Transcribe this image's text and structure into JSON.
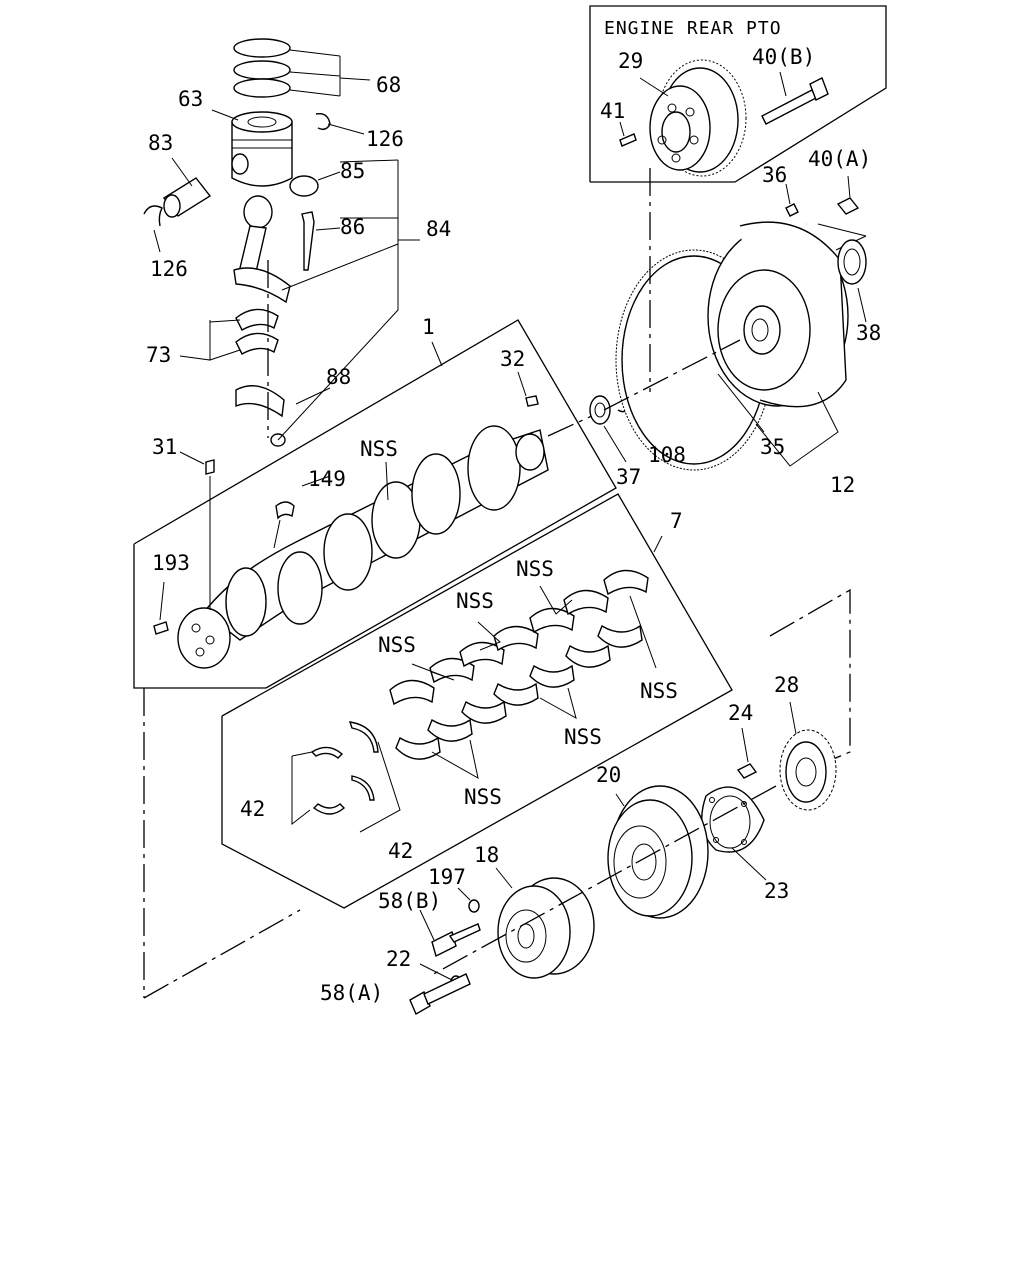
{
  "inset": {
    "title": "ENGINE REAR PTO"
  },
  "callouts": [
    {
      "id": "c68",
      "text": "68"
    },
    {
      "id": "c63",
      "text": "63"
    },
    {
      "id": "c126a",
      "text": "126"
    },
    {
      "id": "c83",
      "text": "83"
    },
    {
      "id": "c85",
      "text": "85"
    },
    {
      "id": "c86",
      "text": "86"
    },
    {
      "id": "c84",
      "text": "84"
    },
    {
      "id": "c126b",
      "text": "126"
    },
    {
      "id": "c73",
      "text": "73"
    },
    {
      "id": "c88",
      "text": "88"
    },
    {
      "id": "c1",
      "text": "1"
    },
    {
      "id": "c32",
      "text": "32"
    },
    {
      "id": "c31",
      "text": "31"
    },
    {
      "id": "cNSS1",
      "text": "NSS"
    },
    {
      "id": "c149",
      "text": "149"
    },
    {
      "id": "c193",
      "text": "193"
    },
    {
      "id": "c29",
      "text": "29"
    },
    {
      "id": "c40b",
      "text": "40(B)"
    },
    {
      "id": "c41",
      "text": "41"
    },
    {
      "id": "c36",
      "text": "36"
    },
    {
      "id": "c40a",
      "text": "40(A)"
    },
    {
      "id": "c38",
      "text": "38"
    },
    {
      "id": "c37",
      "text": "37"
    },
    {
      "id": "c108",
      "text": "108"
    },
    {
      "id": "c35",
      "text": "35"
    },
    {
      "id": "c12",
      "text": "12"
    },
    {
      "id": "c7",
      "text": "7"
    },
    {
      "id": "cNSS2",
      "text": "NSS"
    },
    {
      "id": "cNSS3",
      "text": "NSS"
    },
    {
      "id": "cNSS4",
      "text": "NSS"
    },
    {
      "id": "cNSS5",
      "text": "NSS"
    },
    {
      "id": "cNSS6",
      "text": "NSS"
    },
    {
      "id": "cNSS7",
      "text": "NSS"
    },
    {
      "id": "c42a",
      "text": "42"
    },
    {
      "id": "c42b",
      "text": "42"
    },
    {
      "id": "c28",
      "text": "28"
    },
    {
      "id": "c24",
      "text": "24"
    },
    {
      "id": "c20",
      "text": "20"
    },
    {
      "id": "c23",
      "text": "23"
    },
    {
      "id": "c18",
      "text": "18"
    },
    {
      "id": "c197",
      "text": "197"
    },
    {
      "id": "c58b",
      "text": "58(B)"
    },
    {
      "id": "c22",
      "text": "22"
    },
    {
      "id": "c58a",
      "text": "58(A)"
    }
  ]
}
